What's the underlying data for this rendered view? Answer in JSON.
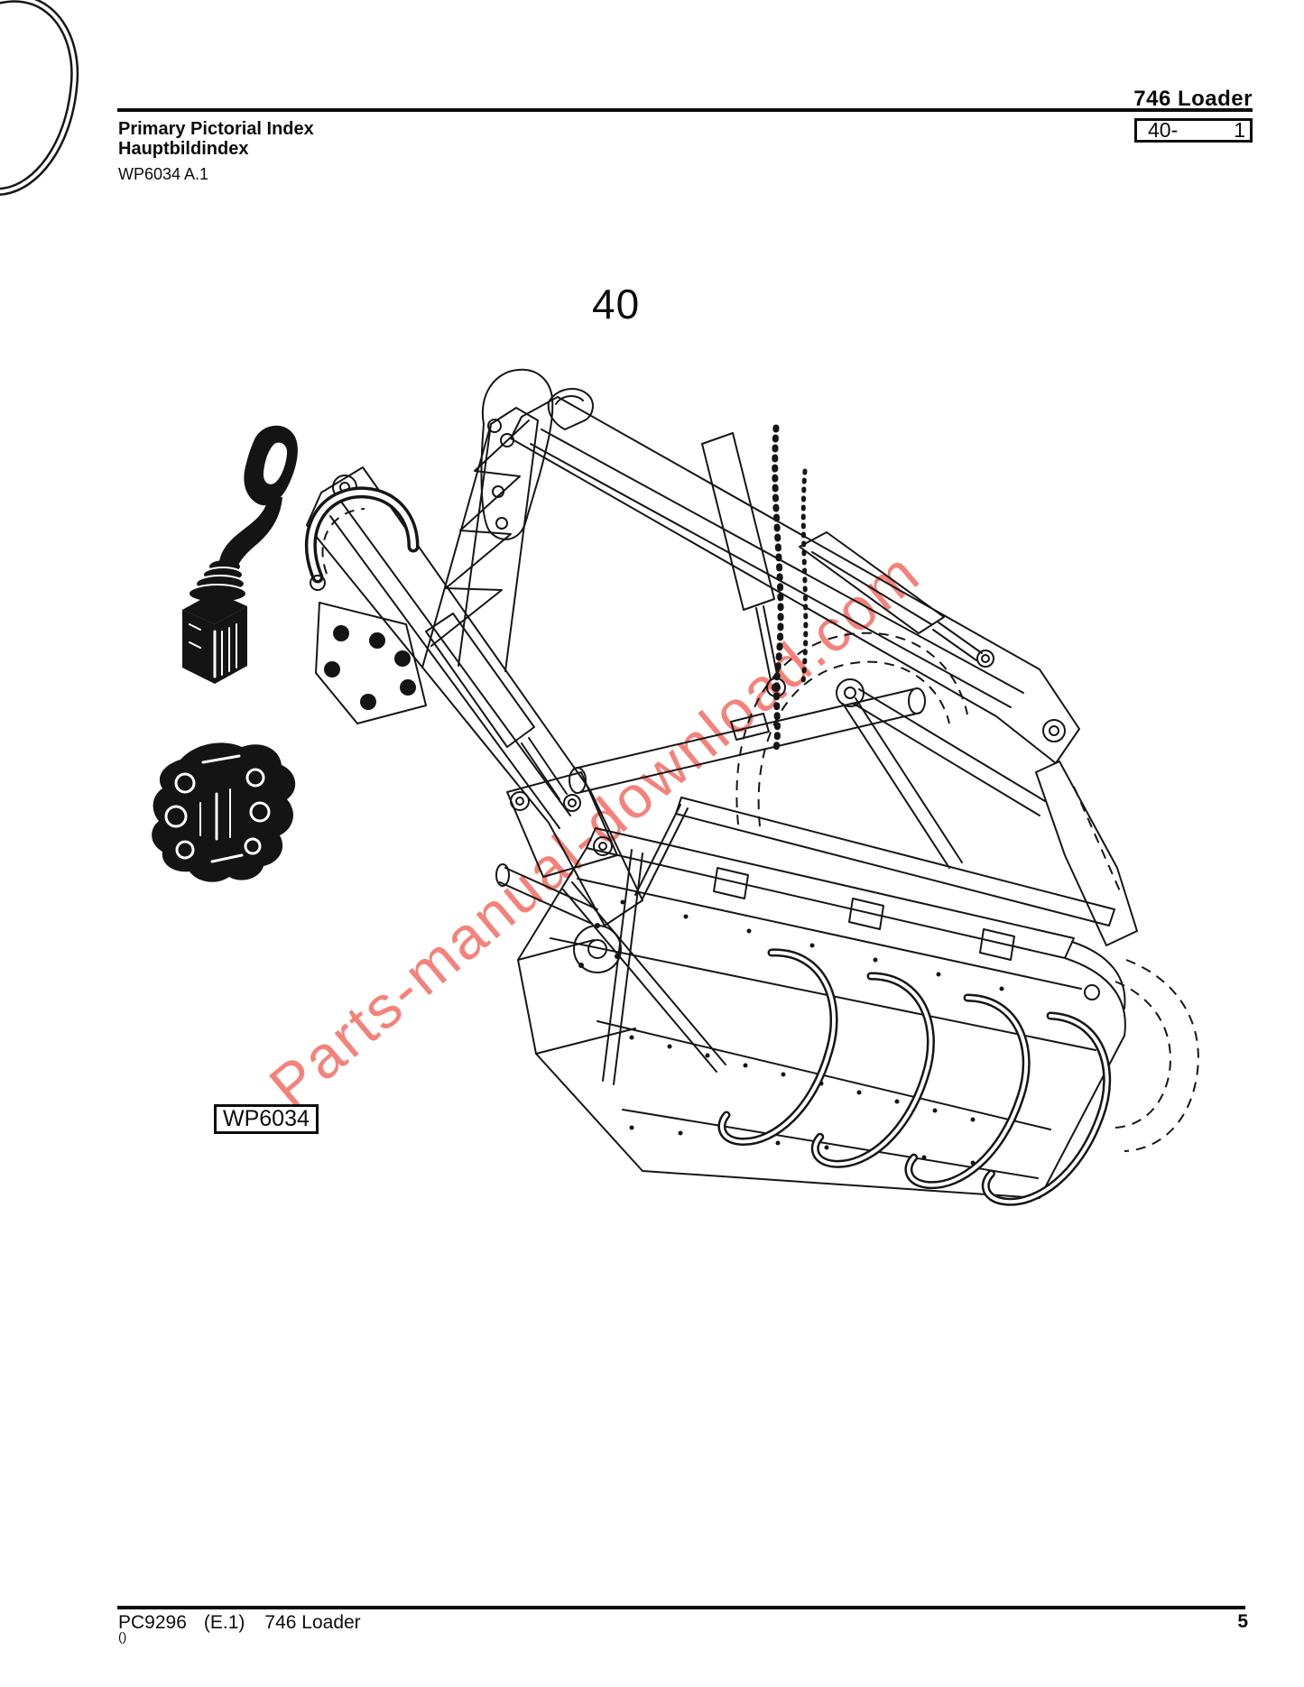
{
  "header": {
    "model": "746 Loader",
    "section_label": "40-",
    "section_page": "1",
    "title_primary": "Primary Pictorial Index",
    "title_secondary": "Hauptbildindex",
    "reference": "WP6034 A.1"
  },
  "figure": {
    "section_number": "40",
    "image_label": "WP6034",
    "watermark": "Parts-manual-download.com"
  },
  "footer": {
    "catalog": "PC9296",
    "edition": "(E.1)",
    "model": "746 Loader",
    "language_code": "()",
    "page": "5"
  },
  "colors": {
    "ink": "#0d0d0d",
    "watermark": "#f5827a",
    "paper": "#ffffff"
  }
}
